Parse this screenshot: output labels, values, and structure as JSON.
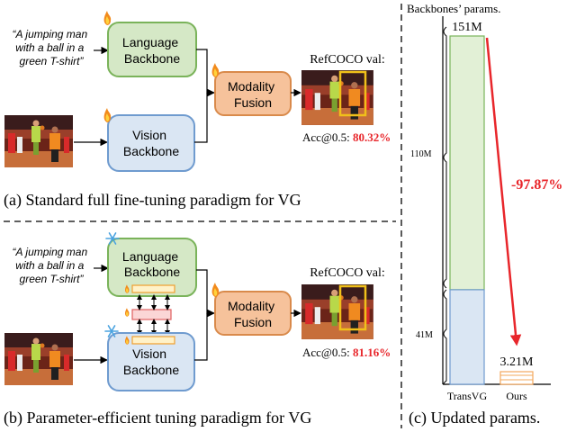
{
  "panel_a": {
    "query_line1": "“A jumping man",
    "query_line2": "with a ball in a",
    "query_line3": "green T-shirt”",
    "language_line1": "Language",
    "language_line2": "Backbone",
    "vision_line1": "Vision",
    "vision_line2": "Backbone",
    "fusion_line1": "Modality",
    "fusion_line2": "Fusion",
    "result_title": "RefCOCO val:",
    "acc_label": "Acc@0.5:",
    "acc_value": "80.32%",
    "caption": "(a) Standard full fine-tuning paradigm for VG"
  },
  "panel_b": {
    "query_line1": "“A jumping man",
    "query_line2": "with a ball in a",
    "query_line3": "green T-shirt”",
    "language_line1": "Language",
    "language_line2": "Backbone",
    "vision_line1": "Vision",
    "vision_line2": "Backbone",
    "fusion_line1": "Modality",
    "fusion_line2": "Fusion",
    "result_title": "RefCOCO val:",
    "acc_label": "Acc@0.5:",
    "acc_value": "81.16%",
    "caption": "(b) Parameter-efficient tuning paradigm for VG"
  },
  "panel_c": {
    "title": "Backbones’ params.",
    "caption": "(c) Updated params.",
    "reduction_label": "-97.87%",
    "tick_labels": [
      "110M",
      "41M"
    ],
    "transvg_total_label": "151M",
    "ours_total_label": "3.21M",
    "category_labels": [
      "TransVG",
      "Ours"
    ]
  },
  "chart_data": {
    "type": "bar",
    "title": "Backbones’ params.",
    "categories": [
      "TransVG",
      "Ours"
    ],
    "unit": "M",
    "series": [
      {
        "values": [
          110,
          0
        ]
      },
      {
        "values": [
          41,
          0
        ]
      },
      {
        "values": [
          0,
          3.21
        ]
      }
    ],
    "totals": [
      151,
      3.21
    ],
    "tick_labels": [
      "110M",
      "41M"
    ],
    "annotation": "-97.87%",
    "ylim": [
      0,
      151
    ]
  },
  "colors": {
    "language_fill": "#d5e8c6",
    "language_stroke": "#7ab35a",
    "vision_fill": "#dae6f3",
    "vision_stroke": "#6f9bcf",
    "fusion_fill": "#f6c29b",
    "fusion_stroke": "#d98a4b",
    "accent_red": "#e8262b",
    "bar_green": "#e2f0d6",
    "bar_blue": "#dae6f3",
    "bar_orange": "#f3a85d",
    "highlight_box": "#f0c01a"
  }
}
